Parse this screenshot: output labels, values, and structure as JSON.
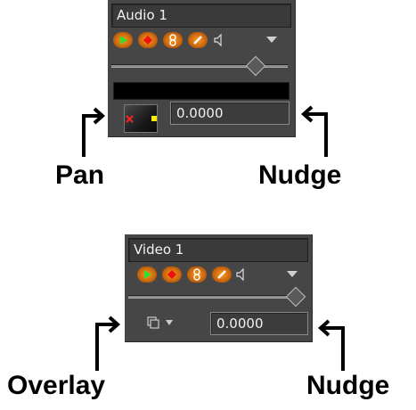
{
  "audio_track": {
    "title": "Audio 1",
    "nudge_value": "0.0000",
    "icons": [
      "play-icon",
      "record-icon",
      "link-icon",
      "edit-icon",
      "speaker-icon",
      "chevron-down-icon"
    ]
  },
  "video_track": {
    "title": "Video 1",
    "nudge_value": "0.0000",
    "icons": [
      "play-icon",
      "record-icon",
      "link-icon",
      "edit-icon",
      "speaker-icon",
      "chevron-down-icon",
      "overlay-icon"
    ]
  },
  "labels": {
    "pan": "Pan",
    "nudge_audio": "Nudge",
    "overlay": "Overlay",
    "nudge_video": "Nudge"
  },
  "colors": {
    "panel": "#464646",
    "button_glow": "#ff9a1a",
    "play": "#33dd33",
    "record": "#ee1111",
    "pan_marker_left": "#ff2222",
    "pan_marker_right": "#ffee00"
  },
  "sliders": {
    "audio_position": 0.82,
    "video_position": 0.98
  }
}
